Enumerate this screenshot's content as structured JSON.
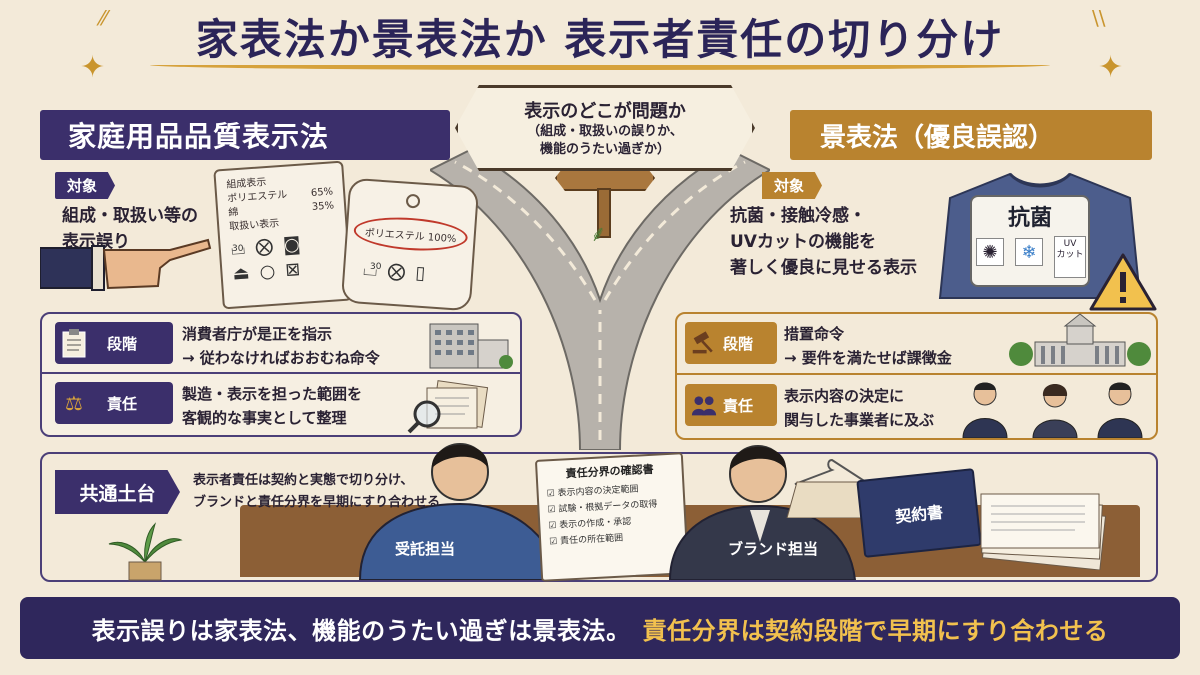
{
  "title": "家表法か景表法か 表示者責任の切り分け",
  "signpost": {
    "main": "表示のどこが問題か",
    "sub_line1": "（組成・取扱いの誤りか、",
    "sub_line2": "機能のうたい過ぎか）"
  },
  "left": {
    "header": "家庭用品品質表示法",
    "target_tag": "対象",
    "target_line1": "組成・取扱い等の",
    "target_line2": "表示誤り",
    "label1": {
      "title": "組成表示",
      "row1_name": "ポリエステル",
      "row1_val": "65%",
      "row2_name": "綿",
      "row2_val": "35%",
      "care_title": "取扱い表示",
      "wash_temp": "30"
    },
    "label2": {
      "circled": "ポリエステル 100%",
      "wash_temp": "30"
    },
    "stage_badge": "段階",
    "stage_line1": "消費者庁が是正を指示",
    "stage_line2": "→ 従わなければおおむね命令",
    "resp_badge": "責任",
    "resp_line1": "製造・表示を担った範囲を",
    "resp_line2": "客観的な事実として整理"
  },
  "right": {
    "header": "景表法（優良誤認）",
    "target_tag": "対象",
    "target_line1": "抗菌・接触冷感・",
    "target_line2": "UVカットの機能を",
    "target_line3": "著しく優良に見せる表示",
    "shirt_tag": "抗菌",
    "uv_label": "UV\nカット",
    "stage_badge": "段階",
    "stage_line1": "措置命令",
    "stage_line2": "→ 要件を満たせば課徴金",
    "resp_badge": "責任",
    "resp_line1": "表示内容の決定に",
    "resp_line2": "関与した事業者に及ぶ"
  },
  "common": {
    "tag": "共通土台",
    "line1": "表示者責任は契約と実態で切り分け、",
    "line2": "ブランドと責任分界を早期にすり合わせる",
    "checklist_title": "責任分界の確認書",
    "checklist": [
      "表示内容の決定範囲",
      "試験・根拠データの取得",
      "表示の作成・承認",
      "責任の所在範囲"
    ],
    "person_left": "受託担当",
    "person_right": "ブランド担当",
    "contract": "契約書"
  },
  "banner": {
    "part1": "表示誤りは家表法、機能のうたい過ぎは景表法。",
    "part2": "責任分界は契約段階で早期にすり合わせる"
  },
  "colors": {
    "purple": "#3b2f6b",
    "gold": "#b9832f",
    "background": "#f3ead9",
    "highlight": "#f2c14e"
  }
}
